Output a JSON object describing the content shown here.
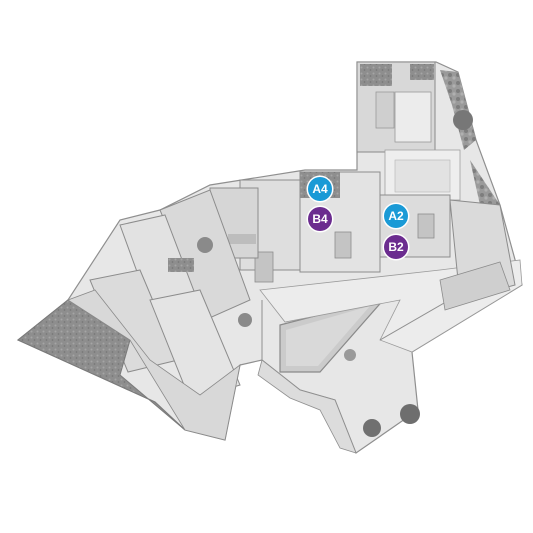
{
  "colors": {
    "background": "#ffffff",
    "building_light": "#e6e6e6",
    "building_mid": "#d2d2d2",
    "building_dark": "#9d9d9d",
    "roof_texture": "#8a8a8a",
    "pool": "#c9c9c9",
    "marker_a": "#1a9ad6",
    "marker_b": "#6b2c8f"
  },
  "markers": [
    {
      "id": "A4",
      "label": "A4",
      "group": "A"
    },
    {
      "id": "B4",
      "label": "B4",
      "group": "B"
    },
    {
      "id": "A2",
      "label": "A2",
      "group": "A"
    },
    {
      "id": "B2",
      "label": "B2",
      "group": "B"
    }
  ]
}
